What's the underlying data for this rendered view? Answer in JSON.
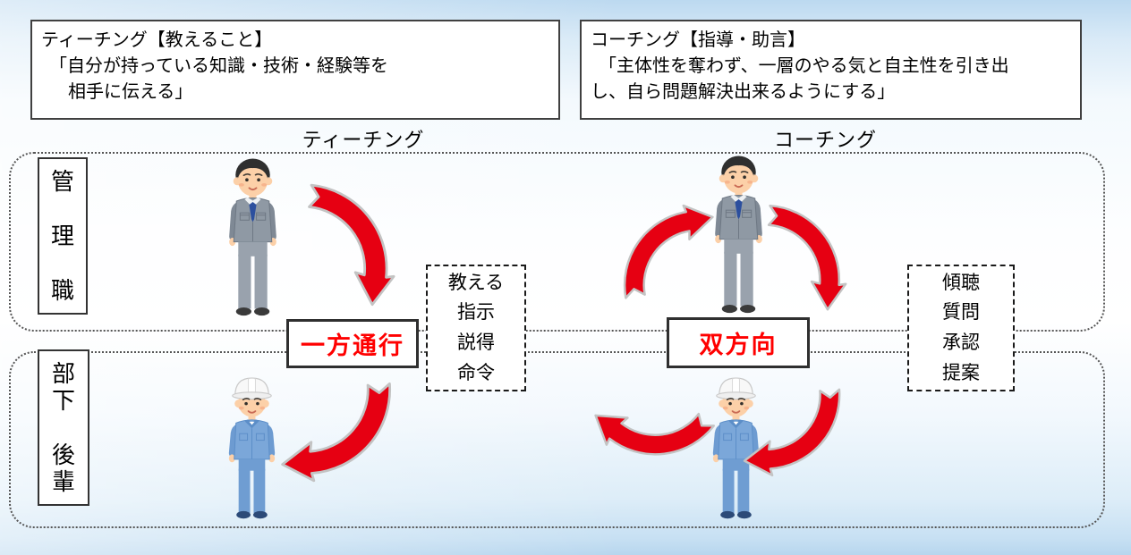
{
  "definitions": {
    "teaching": {
      "title": "ティーチング【教えること】",
      "line1": "「自分が持っている知識・技術・経験等を",
      "line2": "相手に伝える」"
    },
    "coaching": {
      "title": "コーチング【指導・助言】",
      "line1": "「主体性を奪わず、一層のやる気と自主性を引き出",
      "line2": "し、自ら問題解決出来るようにする」"
    }
  },
  "column_labels": {
    "teaching": "ティーチング",
    "coaching": "コーチング"
  },
  "row_labels": {
    "top": {
      "chars": [
        "管",
        "理",
        "職"
      ]
    },
    "bottom": {
      "chars": [
        "部",
        "下",
        "",
        "後",
        "輩"
      ]
    }
  },
  "flow_labels": {
    "teaching": "一方通行",
    "coaching": "双方向"
  },
  "method_boxes": {
    "teaching": {
      "items": [
        "教える",
        "指示",
        "説得",
        "命令"
      ]
    },
    "coaching": {
      "items": [
        "傾聴",
        "質問",
        "承認",
        "提案"
      ]
    }
  },
  "icons": {
    "manager": "manager-person-illustration",
    "worker": "helmet-worker-illustration",
    "arrow": "red-curved-arrow-icon"
  },
  "colors": {
    "arrow_red": "#e60012",
    "flow_text_red": "#ff0000"
  }
}
